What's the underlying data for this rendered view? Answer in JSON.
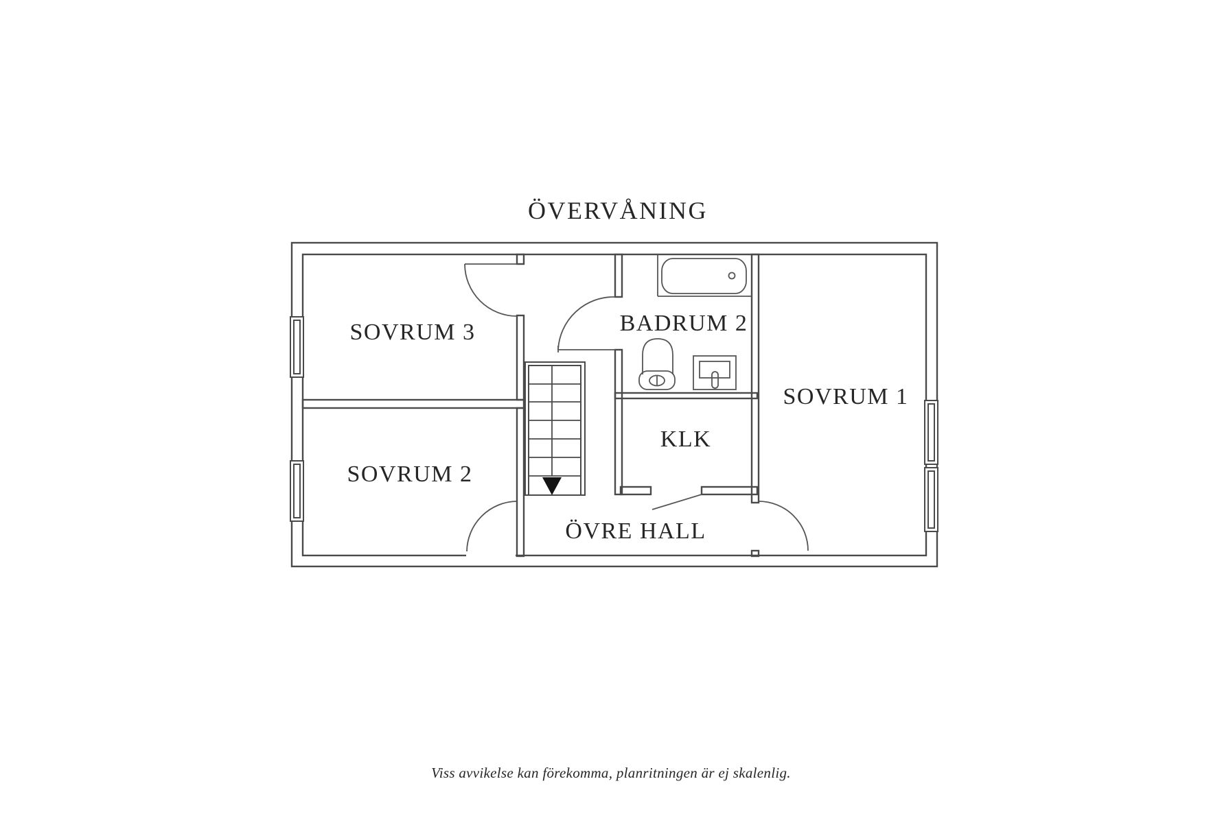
{
  "title": "ÖVERVÅNING",
  "rooms": {
    "sovrum3": "SOVRUM 3",
    "sovrum2": "SOVRUM 2",
    "badrum2": "BADRUM 2",
    "klk": "KLK",
    "sovrum1": "SOVRUM 1",
    "ovre_hall": "ÖVRE HALL"
  },
  "disclaimer": "Viss avvikelse kan förekomma, planritningen är ej skalenlig.",
  "colors": {
    "wall_line": "#4a4a4a",
    "fixture_line": "#555555",
    "text": "#262626",
    "arrow_fill": "#141414",
    "background": "#ffffff"
  }
}
